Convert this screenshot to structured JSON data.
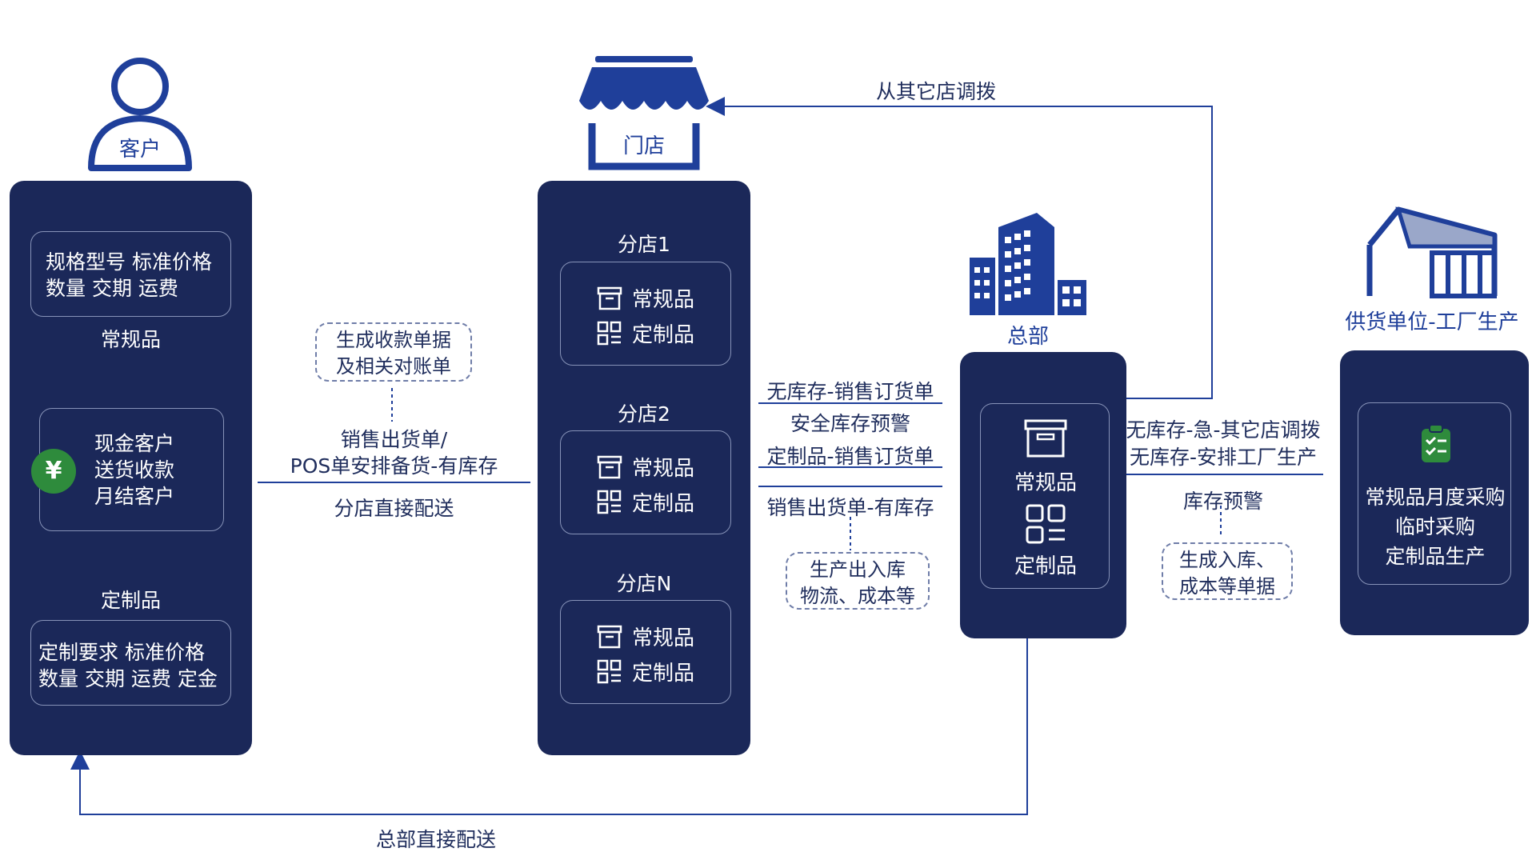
{
  "customer": {
    "title": "客户",
    "spec_line1": "规格型号 标准价格",
    "spec_line2": "数量 交期 运费",
    "regular_label": "常规品",
    "types": [
      "现金客户",
      "送货收款",
      "月结客户"
    ],
    "yen_symbol": "¥",
    "custom_label": "定制品",
    "custom_line1": "定制要求 标准价格",
    "custom_line2": "数量 交期 运费 定金"
  },
  "store": {
    "title": "门店",
    "branches": [
      {
        "name": "分店1",
        "regular": "常规品",
        "custom": "定制品"
      },
      {
        "name": "分店2",
        "regular": "常规品",
        "custom": "定制品"
      },
      {
        "name": "分店N",
        "regular": "常规品",
        "custom": "定制品"
      }
    ]
  },
  "hq": {
    "title": "总部",
    "regular": "常规品",
    "custom": "定制品"
  },
  "supplier": {
    "title": "供货单位-工厂生产",
    "lines": [
      "常规品月度采购",
      "临时采购",
      "定制品生产"
    ]
  },
  "flows": {
    "receipt_note_line1": "生成收款单据",
    "receipt_note_line2": "及相关对账单",
    "sales_line1": "销售出货单/",
    "sales_line2": "POS单安排备货-有库存",
    "branch_delivery": "分店直接配送",
    "no_stock_order": "无库存-销售订货单",
    "safety_alert": "安全库存预警",
    "custom_order": "定制品-销售订货单",
    "sales_with_stock": "销售出货单-有库存",
    "inout_line1": "生产出入库",
    "inout_line2": "物流、成本等",
    "transfer_from_other": "从其它店调拨",
    "urgent_transfer": "无库存-急-其它店调拨",
    "factory_production": "无库存-安排工厂生产",
    "stock_alert": "库存预警",
    "gen_line1": "生成入库、",
    "gen_line2": "成本等单据",
    "hq_delivery": "总部直接配送"
  },
  "colors": {
    "navy": "#1b2859",
    "brand_blue": "#1f3f9a",
    "green": "#2e8b3c",
    "line": "#1f3f9a"
  },
  "icons": [
    "person-icon",
    "store-awning-icon",
    "building-icon",
    "warehouse-icon",
    "archive-box-icon",
    "grid-list-icon",
    "yen-icon",
    "clipboard-checklist-icon"
  ]
}
